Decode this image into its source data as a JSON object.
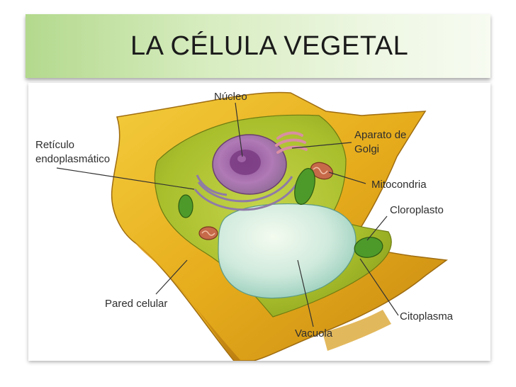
{
  "slide": {
    "title": "LA CÉLULA VEGETAL"
  },
  "diagram": {
    "labels": {
      "nucleo": "Núcleo",
      "reticulo_line1": "Retículo",
      "reticulo_line2": "endoplasmático",
      "golgi_line1": "Aparato de",
      "golgi_line2": "Golgi",
      "mitocondria": "Mitocondria",
      "cloroplasto": "Cloroplasto",
      "pared_celular": "Pared celular",
      "citoplasma": "Citoplasma",
      "vacuola": "Vacuola"
    }
  }
}
